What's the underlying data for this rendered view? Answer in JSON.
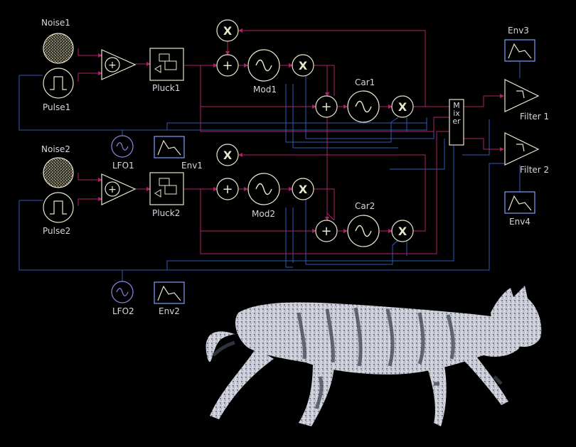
{
  "colors": {
    "background": "#000000",
    "audio_wire": "#b0206a",
    "control_wire": "#2f5bb0",
    "node_stroke": "#e8e6cc",
    "lfo_stroke": "#8a86e0",
    "env_stroke": "#7aa0ff",
    "label": "#d8d8d8"
  },
  "labels": {
    "noise1": "Noise1",
    "pulse1": "Pulse1",
    "pluck1": "Pluck1",
    "mod1": "Mod1",
    "car1": "Car1",
    "lfo1": "LFO1",
    "env1": "Env1",
    "noise2": "Noise2",
    "pulse2": "Pulse2",
    "pluck2": "Pluck2",
    "mod2": "Mod2",
    "car2": "Car2",
    "lfo2": "LFO2",
    "env2": "Env2",
    "env3": "Env3",
    "env4": "Env4",
    "filter1": "Filter 1",
    "filter2": "Filter 2",
    "mixer": "Mixer"
  },
  "symbols": {
    "add": "+",
    "multiply": "X",
    "sine": "~"
  },
  "image": {
    "subject": "grayscale tabby cat walking"
  }
}
